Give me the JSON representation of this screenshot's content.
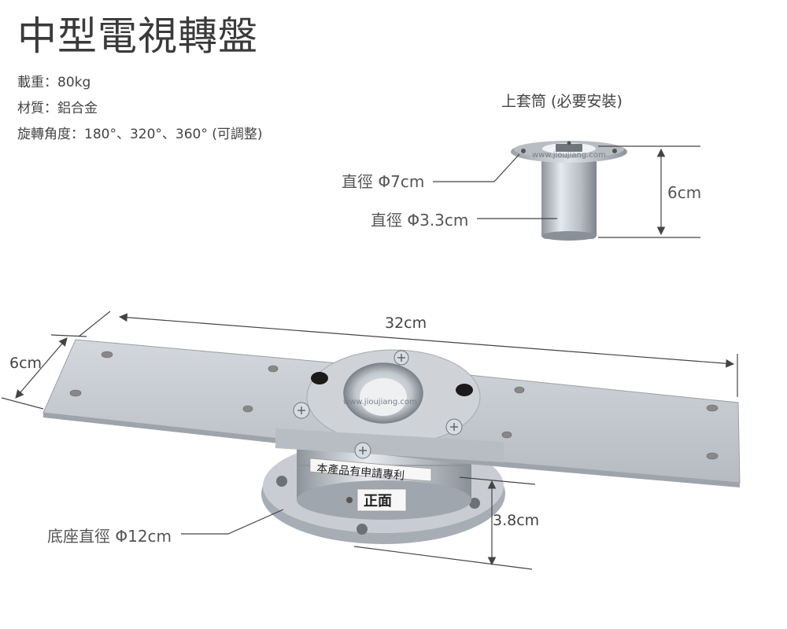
{
  "title": "中型電視轉盤",
  "specs": [
    {
      "label": "載重",
      "value": "80kg"
    },
    {
      "label": "材質",
      "value": "鋁合金"
    },
    {
      "label": "旋轉角度",
      "value": "180°、320°、360° (可調整)"
    }
  ],
  "separator": "：",
  "sleeve": {
    "caption": "上套筒 (必要安裝)",
    "outer_diameter": "直徑 Φ7cm",
    "inner_diameter": "直徑 Φ3.3cm",
    "height": "6cm"
  },
  "plate": {
    "length": "32cm",
    "width": "6cm",
    "base_diameter": "底座直徑 Φ12cm",
    "base_height": "3.8cm",
    "sticker_patent": "本產品有申請專利",
    "sticker_front": "正面"
  },
  "watermark": "www.jioujiang.com",
  "colors": {
    "metal": "#c8ccd2",
    "metal_dark": "#9aa0a8",
    "line": "#444444"
  }
}
